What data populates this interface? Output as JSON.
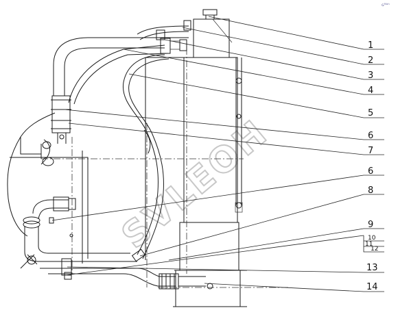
{
  "watermark": "SVLEOH",
  "corner_mark": "ɢᴹᵃʰ",
  "part_labels": [
    "1",
    "2",
    "3",
    "4",
    "5",
    "6",
    "7",
    "6",
    "8",
    "9",
    "10",
    "11",
    "12",
    "13",
    "14"
  ]
}
